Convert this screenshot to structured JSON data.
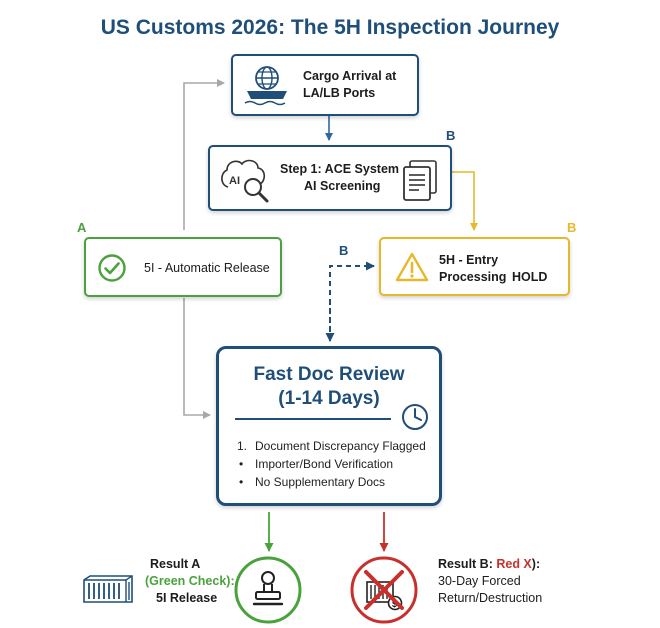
{
  "title": "US Customs 2026: The 5H Inspection Journey",
  "nodes": {
    "arrival": {
      "line1": "Cargo Arrival at",
      "line2": "LA/LB Ports"
    },
    "ace": {
      "line1": "Step 1: ACE System",
      "line2": "AI Screening",
      "icon_text": "AI"
    },
    "release": {
      "label": "5I - Automatic Release"
    },
    "hold": {
      "line1": "5H - Entry Processing",
      "line2": "HOLD"
    },
    "review": {
      "title_line1": "Fast Doc Review",
      "title_line2": "(1-14 Days)",
      "items": [
        {
          "marker": "1.",
          "text": "Document Discrepancy Flagged"
        },
        {
          "marker": "•",
          "text": "Importer/Bond Verification"
        },
        {
          "marker": "•",
          "text": "No Supplementary Docs"
        }
      ]
    }
  },
  "branch_labels": {
    "ace_b": "B",
    "release_a": "A",
    "hold_b": "B",
    "dashed_b": "B"
  },
  "results": {
    "a": {
      "line1": "Result A",
      "line2": "(Green Check):",
      "line3": "5I Release"
    },
    "b": {
      "line1_prefix": "Result B: ",
      "line1_red": "Red X",
      "line1_suffix": "):",
      "line2": "30-Day Forced",
      "line3": "Return/Destruction"
    }
  },
  "colors": {
    "navy": "#1f4e79",
    "green": "#4aa23d",
    "yellow": "#e8b82c",
    "red": "#c8302c",
    "gray": "#a8a8a8",
    "blue_arrow": "#2c6aa0"
  }
}
